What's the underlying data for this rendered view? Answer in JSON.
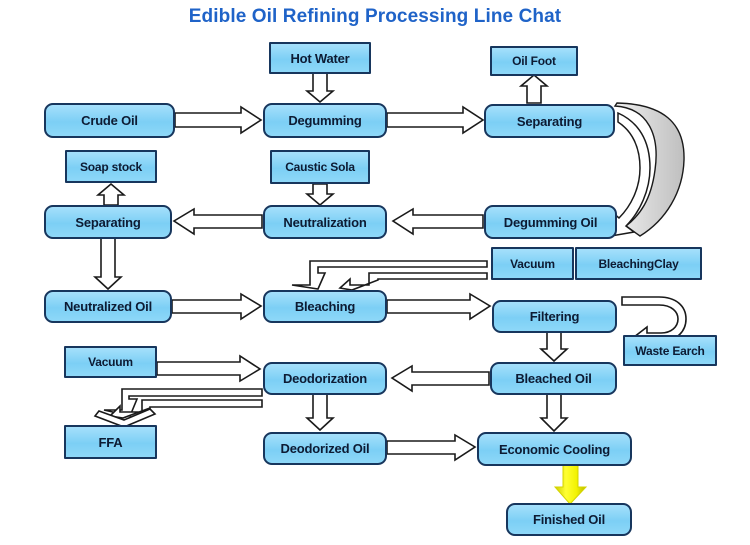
{
  "title": "Edible Oil Refining Processing Line Chat",
  "theme": {
    "title_color": "#1f63c8",
    "node_fill": "#8ed8f8",
    "node_border": "#17365d",
    "arrow_fill": "#ffffff",
    "arrow_stroke": "#1a1a1a",
    "highlight_arrow": "#f2f200",
    "curve_band": "#d9d9d9",
    "background": "#ffffff"
  },
  "nodes": {
    "crude_oil": "Crude Oil",
    "hot_water": "Hot Water",
    "degumming": "Degumming",
    "oil_foot": "Oil Foot",
    "separating_top": "Separating",
    "soap_stock": "Soap stock",
    "caustic_sola": "Caustic Sola",
    "separating_mid": "Separating",
    "neutralization": "Neutralization",
    "degumming_oil": "Degumming Oil",
    "vacuum_bleach": "Vacuum",
    "bleaching_clay": "BleachingClay",
    "neutralized_oil": "Neutralized Oil",
    "bleaching": "Bleaching",
    "filtering": "Filtering",
    "waste_earch": "Waste Earch",
    "vacuum_deo": "Vacuum",
    "deodorization": "Deodorization",
    "bleached_oil": "Bleached Oil",
    "ffa": "FFA",
    "deodorized_oil": "Deodorized Oil",
    "economic_cooling": "Economic Cooling",
    "finished_oil": "Finished Oil"
  },
  "flow": {
    "edges": [
      {
        "from": "crude_oil",
        "to": "degumming",
        "dir": "right"
      },
      {
        "from": "hot_water",
        "to": "degumming",
        "dir": "down"
      },
      {
        "from": "degumming",
        "to": "separating_top",
        "dir": "right"
      },
      {
        "from": "separating_top",
        "to": "oil_foot",
        "dir": "up"
      },
      {
        "from": "separating_top",
        "to": "degumming_oil",
        "dir": "curve-down"
      },
      {
        "from": "degumming_oil",
        "to": "neutralization",
        "dir": "left"
      },
      {
        "from": "caustic_sola",
        "to": "neutralization",
        "dir": "down"
      },
      {
        "from": "neutralization",
        "to": "separating_mid",
        "dir": "left"
      },
      {
        "from": "separating_mid",
        "to": "soap_stock",
        "dir": "up"
      },
      {
        "from": "separating_mid",
        "to": "neutralized_oil",
        "dir": "down"
      },
      {
        "from": "neutralized_oil",
        "to": "bleaching",
        "dir": "right"
      },
      {
        "from": "vacuum_bleach",
        "to": "bleaching",
        "dir": "elbow-left"
      },
      {
        "from": "bleaching_clay",
        "to": "bleaching",
        "dir": "elbow-left"
      },
      {
        "from": "bleaching",
        "to": "filtering",
        "dir": "right"
      },
      {
        "from": "filtering",
        "to": "waste_earch",
        "dir": "curve-down"
      },
      {
        "from": "filtering",
        "to": "bleached_oil",
        "dir": "down"
      },
      {
        "from": "bleached_oil",
        "to": "deodorization",
        "dir": "left"
      },
      {
        "from": "vacuum_deo",
        "to": "deodorization",
        "dir": "right"
      },
      {
        "from": "deodorization",
        "to": "ffa",
        "dir": "elbow-left"
      },
      {
        "from": "deodorization",
        "to": "deodorized_oil",
        "dir": "down"
      },
      {
        "from": "deodorized_oil",
        "to": "economic_cooling",
        "dir": "right"
      },
      {
        "from": "bleached_oil",
        "to": "economic_cooling",
        "dir": "down"
      },
      {
        "from": "economic_cooling",
        "to": "finished_oil",
        "dir": "down-highlight"
      }
    ]
  }
}
